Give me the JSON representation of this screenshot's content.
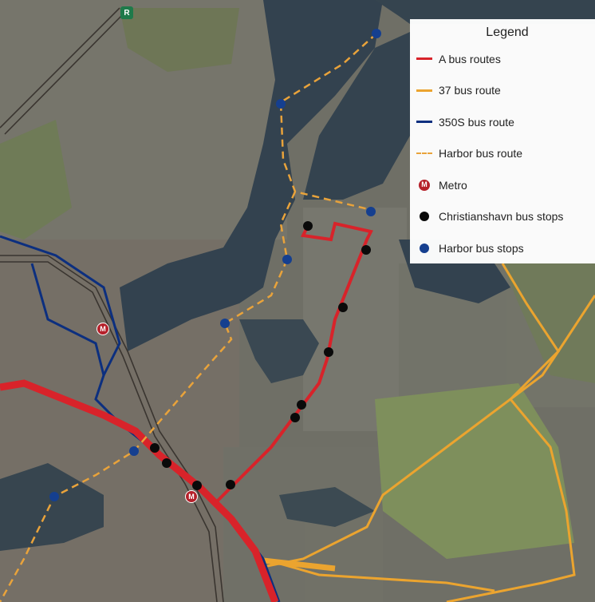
{
  "legend": {
    "title": "Legend",
    "items": [
      {
        "label": "A bus routes",
        "symbol": "line",
        "color": "#d8232a"
      },
      {
        "label": "37 bus route",
        "symbol": "line",
        "color": "#eba42f"
      },
      {
        "label": "350S bus route",
        "symbol": "line",
        "color": "#0c2f7f"
      },
      {
        "label": "Harbor bus route",
        "symbol": "dashed-line",
        "color": "#e9a33b"
      },
      {
        "label": "Metro",
        "symbol": "metro-icon",
        "color": "#b5202a",
        "glyph": "M"
      },
      {
        "label": "Christianshavn bus stops",
        "symbol": "dot",
        "color": "#0a0a0a"
      },
      {
        "label": "Harbor bus stops",
        "symbol": "dot",
        "color": "#153f8f"
      }
    ]
  },
  "map_markers": {
    "metro_glyph": "M",
    "rail_glyph": "R",
    "rail_color": "#1e7a4a"
  },
  "colors": {
    "water": "#33424f",
    "land": "#6f6f66",
    "rail": "#3a3530"
  }
}
